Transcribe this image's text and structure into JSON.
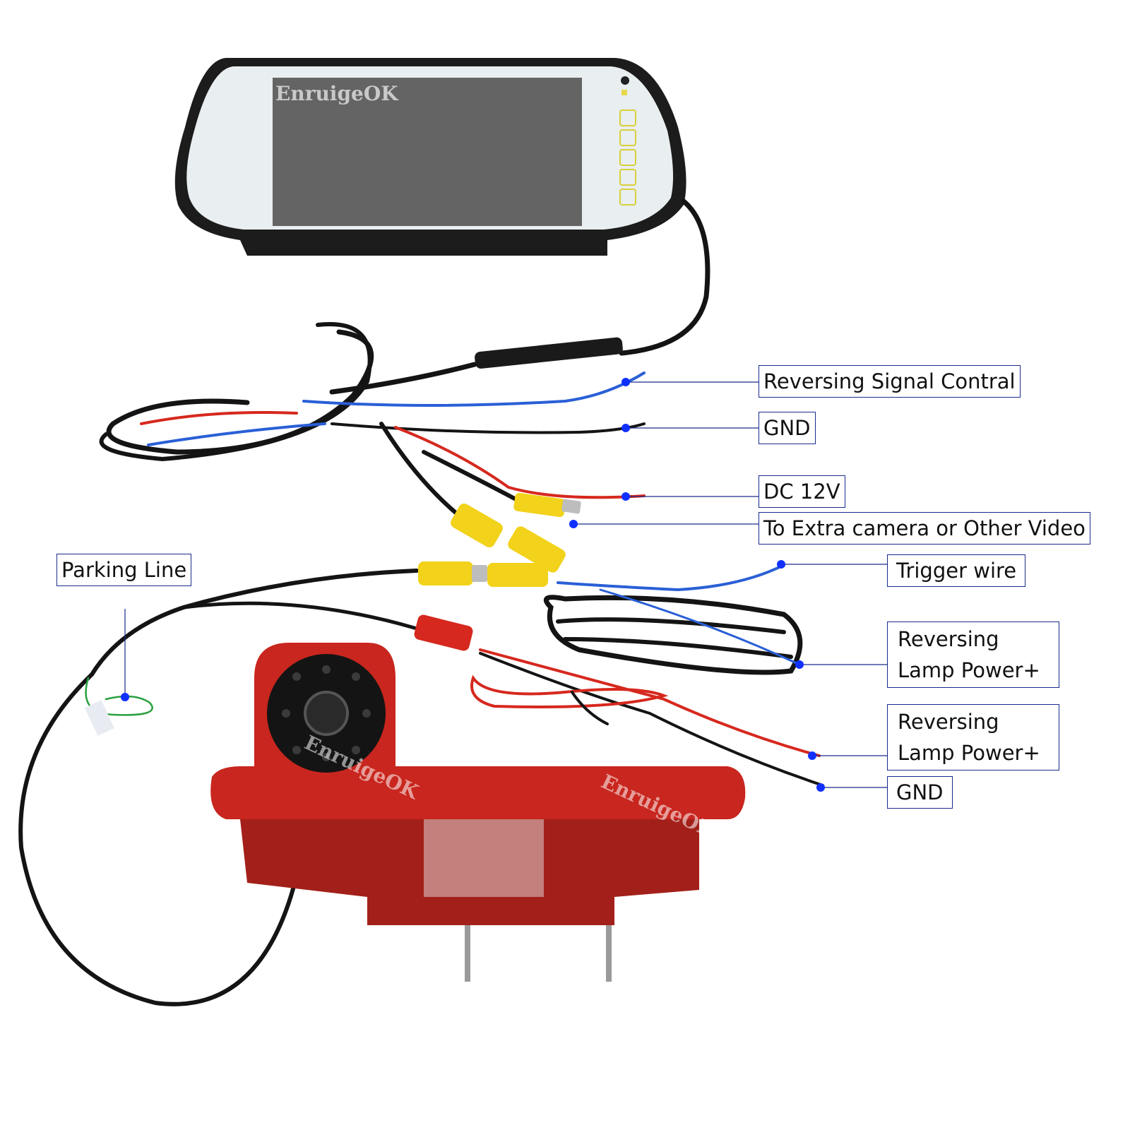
{
  "watermark": "EnruigeOK",
  "colors": {
    "leader": "#1a2a8a",
    "dot": "#1030ff",
    "wire_blue": "#2a5fd6",
    "wire_red": "#d6281e",
    "wire_black": "#141414",
    "rca_yellow": "#f2d21a",
    "lamp_red": "#c8261e"
  },
  "labels": {
    "reversing_signal": "Reversing Signal Contral",
    "gnd_top": "GND",
    "dc12v": "DC 12V",
    "extra_video": "To Extra camera or Other Video",
    "trigger": "Trigger wire",
    "lamp_power_1": "Reversing\nLamp Power+",
    "lamp_power_2": "Reversing\nLamp Power+",
    "gnd_bottom": "GND",
    "parking_line": "Parking Line"
  },
  "icons": [
    "monitor-icon",
    "camera-brake-light-icon",
    "rca-connector-icon"
  ]
}
